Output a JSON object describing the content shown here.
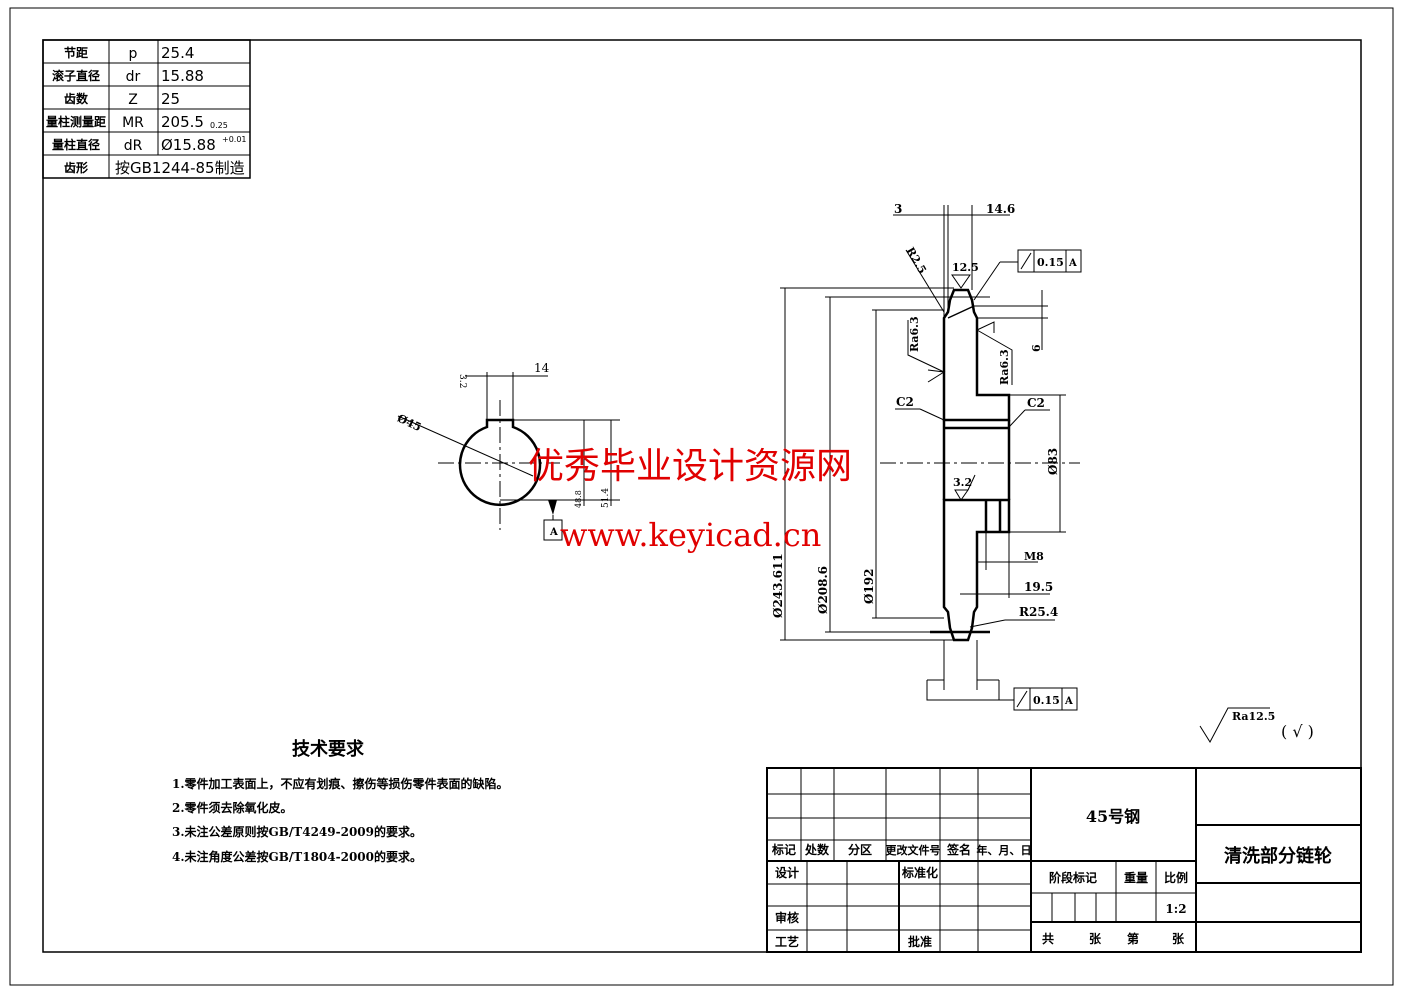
{
  "param_table": [
    {
      "name": "节距",
      "symbol": "p",
      "value": "25.4"
    },
    {
      "name": "滚子直径",
      "symbol": "dr",
      "value": "15.88"
    },
    {
      "name": "齿数",
      "symbol": "Z",
      "value": "25"
    },
    {
      "name": "量柱测量距",
      "symbol": "MR",
      "value": "205.5",
      "tol": "0.25"
    },
    {
      "name": "量柱直径",
      "symbol": "dR",
      "value": "Ø15.88",
      "tol": "+0.01"
    },
    {
      "name": "齿形",
      "value": "按GB1244-85制造"
    }
  ],
  "dims": {
    "d3": "3",
    "d146": "14.6",
    "r25": "R2.5",
    "ra125_top": "12.5",
    "runout1": "0.15",
    "datum": "A",
    "ra63a": "Ra6.3",
    "ra63b": "Ra6.3",
    "six": "6",
    "c2a": "C2",
    "c2b": "C2",
    "dia_outer": "Ø243.611",
    "dia_mid": "Ø208.6",
    "dia_inner": "Ø192",
    "dia83": "Ø83",
    "ra32": "3.2",
    "m8": "M8",
    "d195": "19.5",
    "r254": "R25.4",
    "runout2": "0.15",
    "key_14": "14",
    "key_32": "3.2",
    "key_d45": "Ø45",
    "key_488": "48.8",
    "key_h": "51.4",
    "key_datum": "A"
  },
  "roughness": {
    "general": "Ra12.5",
    "other": "( √ )"
  },
  "tech_requirements": {
    "title": "技术要求",
    "items": [
      "1.零件加工表面上，不应有划痕、擦伤等损伤零件表面的缺陷。",
      "2.零件须去除氧化皮。",
      "3.未注公差原则按GB/T4249-2009的要求。",
      "4.未注角度公差按GB/T1804-2000的要求。"
    ]
  },
  "title_block": {
    "headers": [
      "标记",
      "处数",
      "分区",
      "更改文件号",
      "签名",
      "年、月、日"
    ],
    "design": "设计",
    "standard": "标准化",
    "review": "审核",
    "process": "工艺",
    "approve": "批准",
    "material": "45号钢",
    "stage": "阶段标记",
    "weight": "重量",
    "scale_label": "比例",
    "scale": "1:2",
    "total": "共",
    "sheets1": "张",
    "page": "第",
    "sheets2": "张",
    "part_name": "清洗部分链轮"
  },
  "watermark": {
    "line1": "优秀毕业设计资源网",
    "line2": "www.keyicad.cn"
  }
}
